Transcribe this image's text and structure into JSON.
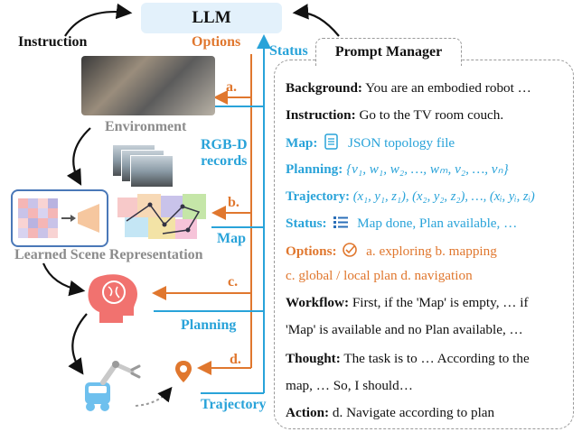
{
  "llm": {
    "title": "LLM"
  },
  "labels": {
    "instruction": "Instruction",
    "options": "Options",
    "status": "Status",
    "environment": "Environment",
    "rgbd_line1": "RGB-D",
    "rgbd_line2": "records",
    "learned_scene": "Learned Scene Representation",
    "map": "Map",
    "planning": "Planning",
    "trajectory": "Trajectory",
    "step_a": "a.",
    "step_b": "b.",
    "step_c": "c.",
    "step_d": "d."
  },
  "prompt_manager": {
    "title": "Prompt Manager",
    "background_key": "Background:",
    "background_text": "You are an embodied robot …",
    "instruction_key": "Instruction:",
    "instruction_text": "Go to the TV room couch.",
    "map_key": "Map:",
    "map_text": "JSON topology file",
    "planning_key": "Planning:",
    "planning_text": "{v₁, w₁, w₂, …, wₘ, v₂, …, vₙ}",
    "trajectory_key": "Trajectory:",
    "trajectory_text": "(x₁, y₁, z₁), (x₂, y₂, z₂), …, (xᵢ, yᵢ, zᵢ)",
    "status_key": "Status:",
    "status_text": "Map done, Plan available, …",
    "options_key": "Options:",
    "options_text1": "a. exploring b. mapping",
    "options_text2": "c. global / local plan  d. navigation",
    "workflow_key": "Workflow:",
    "workflow_text1": "First, if the 'Map' is empty, … if",
    "workflow_text2": "'Map' is available and no Plan available, …",
    "thought_key": "Thought:",
    "thought_text1": "The task is to … According to the",
    "thought_text2": "map, … So, I should…",
    "action_key": "Action:",
    "action_text": "d. Navigate according to plan"
  },
  "icons": [
    "document-icon",
    "list-icon",
    "check-circle-icon",
    "brain-head-icon",
    "robot-arm-icon",
    "location-pin-icon"
  ],
  "colors": {
    "orange": "#e0772e",
    "blue": "#29a3d9",
    "llm_bg": "#e3f1fb",
    "lsr_border": "#4a78b8"
  }
}
